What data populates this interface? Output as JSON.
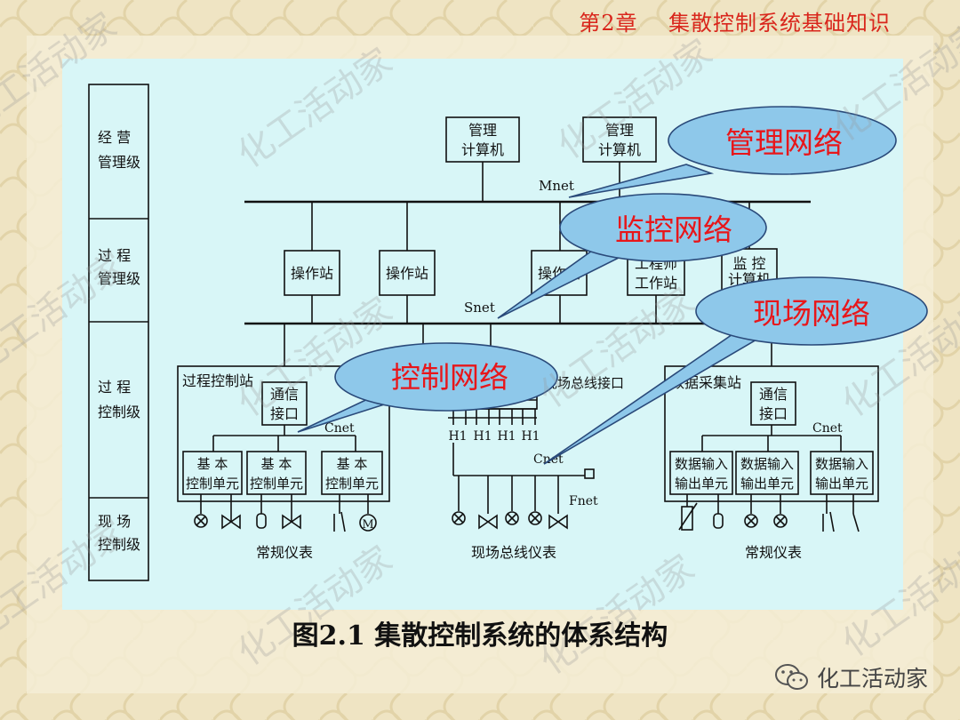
{
  "header": {
    "title": "第2章    集散控制系统基础知识"
  },
  "levels": [
    {
      "line1": "经  营",
      "line2": "管理级"
    },
    {
      "line1": "过  程",
      "line2": "管理级"
    },
    {
      "line1": "过  程",
      "line2": "控制级"
    },
    {
      "line1": "现  场",
      "line2": "控制级"
    }
  ],
  "mgmt_computers": [
    {
      "line1": "管理",
      "line2": "计算机"
    },
    {
      "line1": "管理",
      "line2": "计算机"
    }
  ],
  "networks": {
    "mnet": "Mnet",
    "snet": "Snet",
    "cnet": "Cnet",
    "fnet": "Fnet"
  },
  "snet_stations": [
    {
      "line1": "操作站",
      "line2": ""
    },
    {
      "line1": "操作站",
      "line2": ""
    },
    {
      "line1": "操作站",
      "line2": ""
    },
    {
      "line1": "工程师",
      "line2": "工作站"
    },
    {
      "line1": "监  控",
      "line2": "计算机"
    }
  ],
  "process_station": {
    "title": "过程控制站",
    "comm": {
      "line1": "通信",
      "line2": "接口"
    },
    "units": [
      {
        "line1": "基    本",
        "line2": "控制单元"
      },
      {
        "line1": "基    本",
        "line2": "控制单元"
      },
      {
        "line1": "基    本",
        "line2": "控制单元"
      }
    ],
    "instruments": "常规仪表"
  },
  "fieldbus": {
    "interface": "现场总线接口",
    "h1": [
      "H1",
      "H1",
      "H1",
      "H1"
    ],
    "instruments": "现场总线仪表"
  },
  "data_station": {
    "title": "数据采集站",
    "comm": {
      "line1": "通信",
      "line2": "接口"
    },
    "units": [
      {
        "line1": "数据输入",
        "line2": "输出单元"
      },
      {
        "line1": "数据输入",
        "line2": "输出单元"
      },
      {
        "line1": "数据输入",
        "line2": "输出单元"
      }
    ],
    "instruments": "常规仪表"
  },
  "callouts": {
    "management": "管理网络",
    "supervisory": "监控网络",
    "field": "现场网络",
    "control": "控制网络"
  },
  "motor_symbol": "M",
  "caption": "图2.1 集散控制系统的体系结构",
  "brand": {
    "label": "化工活动家"
  },
  "watermark": "化工活动家",
  "colors": {
    "panel": "#d8f6f7",
    "header_text": "#d9261c",
    "callout_fill": "#8ec8ea",
    "callout_text": "#e8161a"
  }
}
